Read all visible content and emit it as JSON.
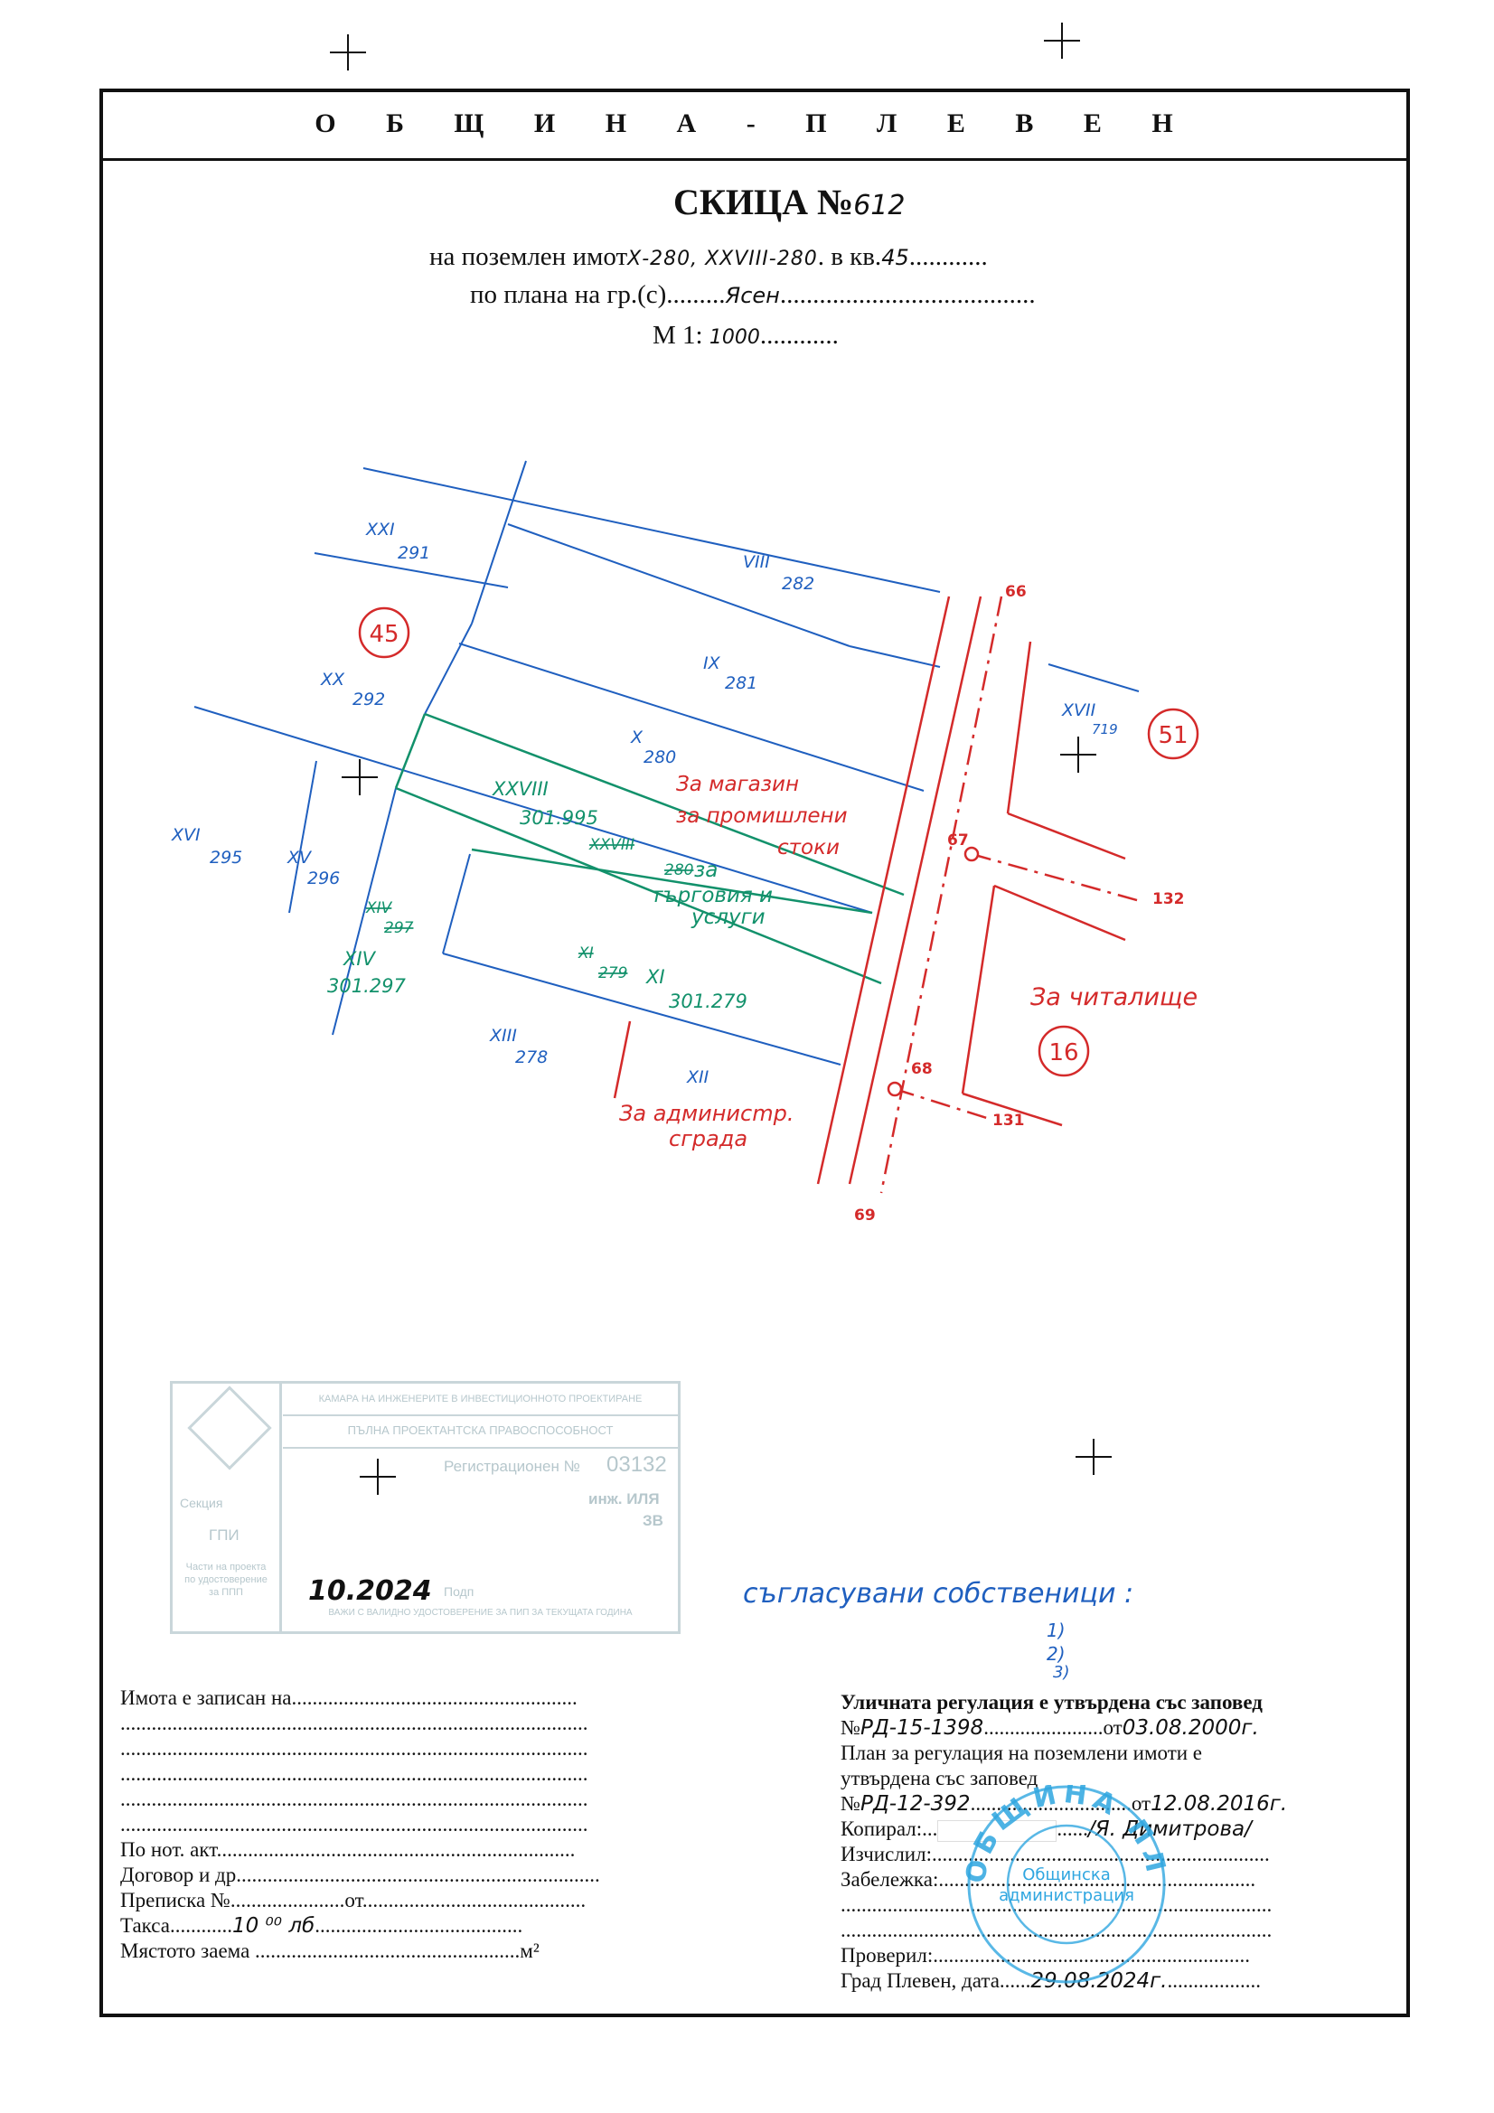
{
  "header": {
    "municipality": "О Б Щ И Н А - П Л Е В Е Н"
  },
  "title": {
    "label": "СКИЦА №",
    "number": "612"
  },
  "property_line": {
    "prefix": "на поземлен имот",
    "value": "Х-280, XXVIII-280",
    "block_prefix": "в кв.",
    "block": "45"
  },
  "plan_line": {
    "prefix": "по плана на",
    "place_type": "гр.(с)",
    "place": "Ясен"
  },
  "scale_line": {
    "prefix": "М 1:",
    "value": "1000"
  },
  "map": {
    "parcels": [
      {
        "roman": "XXI",
        "num": "291"
      },
      {
        "roman": "VIII",
        "num": "282"
      },
      {
        "roman": "XX",
        "num": "292"
      },
      {
        "roman": "IX",
        "num": "281"
      },
      {
        "roman": "X",
        "num": "280"
      },
      {
        "roman": "XVII",
        "num": "719"
      },
      {
        "roman": "XVI",
        "num": "295"
      },
      {
        "roman": "XV",
        "num": "296"
      },
      {
        "roman": "XIII",
        "num": "278"
      },
      {
        "roman": "XII",
        "num": ""
      }
    ],
    "new_parcels": [
      {
        "roman": "XXVIII",
        "num": "301.995"
      },
      {
        "roman": "XIV",
        "num": "301.297"
      },
      {
        "roman": "XI",
        "num": "301.279"
      }
    ],
    "struck_labels": [
      {
        "text": "XXVIII"
      },
      {
        "text": "280"
      },
      {
        "text": "XIV"
      },
      {
        "text": "297"
      },
      {
        "text": "XI"
      },
      {
        "text": "279"
      }
    ],
    "blocks": [
      "45",
      "51",
      "16"
    ],
    "purposes": [
      {
        "text": "За магазин"
      },
      {
        "text": "за промишлени"
      },
      {
        "text": "стоки"
      },
      {
        "text": "за"
      },
      {
        "text": "търговия и"
      },
      {
        "text": "услуги"
      },
      {
        "text": "За читалище"
      },
      {
        "text": "За админисmр."
      },
      {
        "text": "сграда"
      }
    ],
    "points": [
      "66",
      "67",
      "68",
      "69",
      "132",
      "131"
    ]
  },
  "gray_stamp": {
    "line1": "КАМАРА НА ИНЖЕНЕРИТЕ В ИНВЕСТИЦИОННОТО ПРОЕКТИРАНЕ",
    "line2": "ПЪЛНА ПРОЕКТАНТСКА ПРАВОСПОСОБНОСТ",
    "reg_label": "Регистрационен №",
    "reg_no": "03132",
    "name1": "инж. ИЛЯ",
    "name2": "ЗВ",
    "section": "Секция",
    "section_val": "ГПИ",
    "parts1": "Части на проекта",
    "parts2": "по удостоверение",
    "parts3": "за ППП",
    "sign": "Подп",
    "date": "10.2024",
    "validity": "ВАЖИ С ВАЛИДНО УДОСТОВЕРЕНИЕ ЗА ПИП ЗА ТЕКУЩАТА ГОДИНА"
  },
  "agreement": {
    "text": "съгласувани собственици :",
    "n1": "1)",
    "n2": "2)",
    "n3": "3)"
  },
  "left_form": {
    "recorded_label": "Имота е записан на",
    "notary_label": "По нот. акт",
    "contract_label": "Договор и др",
    "transcript_label": "Преписка №",
    "from_label": "от",
    "fee_label": "Такса",
    "fee_value": "10 ⁰⁰ лб",
    "area_label": "Мястото заема",
    "area_unit": "м²"
  },
  "right_form": {
    "street_reg_label": "Уличната регулация е утвърдена със заповед",
    "order1_no_label": "№",
    "order1_no": "РД-15-1398",
    "order1_from_label": "от",
    "order1_date": "03.08.2000г.",
    "plan_reg_label1": "План за регулация на поземлени имоти е",
    "plan_reg_label2": "утвърдена със заповед",
    "order2_no_label": "№",
    "order2_no": "РД-12-392",
    "order2_from_label": "от",
    "order2_date": "12.08.2016г.",
    "copied_label": "Копирал:",
    "copied_value": "/Я. Димитрова/",
    "calculated_label": "Изчислил:",
    "note_label": "Забележка:",
    "checked_label": "Проверил:",
    "city_date_label": "Град Плевен, дата",
    "city_date_value": "29.08.2024г."
  },
  "blue_stamp": {
    "outer": "ОБЩИНА ПЛЕВЕН",
    "inner1": "Общинска",
    "inner2": "администрация"
  },
  "colors": {
    "ink": "#111111",
    "blue": "#1f5fbf",
    "red": "#d42a2a",
    "green": "#12916b",
    "stamp_gray": "#c9d6da",
    "stamp_blue": "#2fa6e0"
  }
}
